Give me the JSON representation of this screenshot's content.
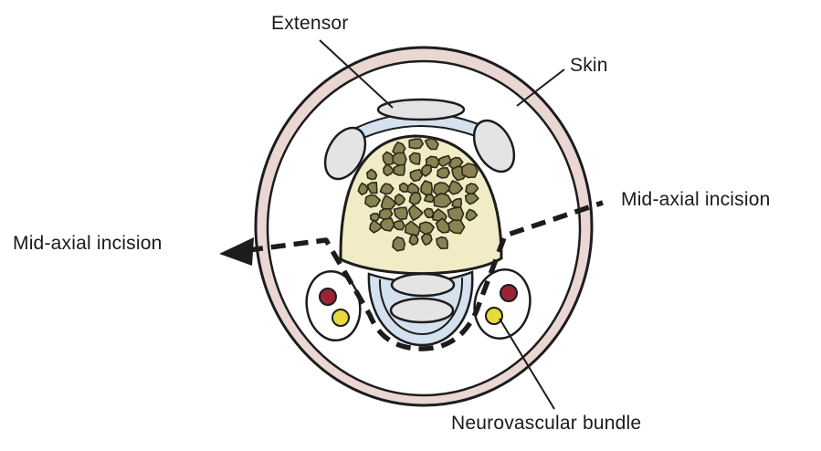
{
  "labels": {
    "extensor": "Extensor",
    "skin": "Skin",
    "incision_right": "Mid-axial incision",
    "incision_left": "Mid-axial incision",
    "neurovascular": "Neurovascular bundle"
  },
  "colors": {
    "skin": "#ead6d3",
    "bone": "#f1ebc6",
    "trabecula": "#8a8252",
    "tendon": "#e4e4e4",
    "sheath": "#d4e1ee",
    "artery": "#9b2336",
    "nerve": "#e7db3a",
    "outline": "#1c1c1c"
  }
}
